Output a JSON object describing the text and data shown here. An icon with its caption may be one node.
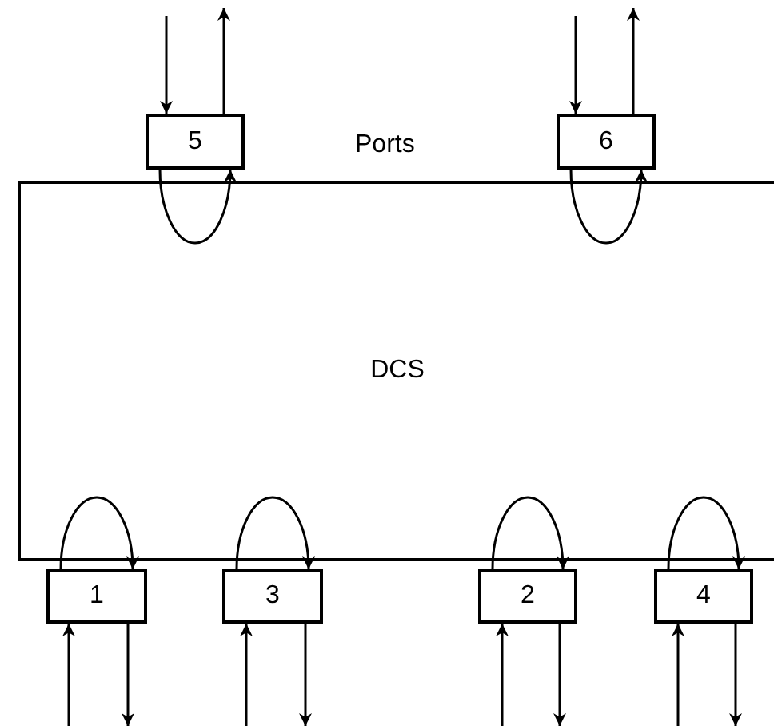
{
  "diagram": {
    "nodes": [
      {
        "text": [
          "5"
        ]
      },
      {
        "text": [
          "6"
        ]
      },
      {
        "text": [
          "DCS"
        ]
      },
      {
        "text": [
          "1"
        ]
      },
      {
        "text": [
          "3"
        ]
      },
      {
        "text": [
          "2"
        ]
      },
      {
        "text": [
          "4"
        ]
      }
    ],
    "edges": [
      {
        "from": null,
        "to": 0,
        "arrow": "to"
      },
      {
        "from": 0,
        "to": null,
        "arrow": "to"
      },
      {
        "from": 0,
        "to": 2,
        "arrow": "none"
      },
      {
        "from": 2,
        "to": 0,
        "arrow": "to"
      },
      {
        "from": null,
        "to": 1,
        "arrow": "to"
      },
      {
        "from": 1,
        "to": null,
        "arrow": "to"
      },
      {
        "from": 1,
        "to": 2,
        "arrow": "none"
      },
      {
        "from": 2,
        "to": 1,
        "arrow": "to"
      },
      {
        "from": 3,
        "to": 2,
        "arrow": "none"
      },
      {
        "from": 2,
        "to": 3,
        "arrow": "to"
      },
      {
        "from": null,
        "to": 3,
        "arrow": "to"
      },
      {
        "from": 3,
        "to": null,
        "arrow": "to"
      },
      {
        "from": 4,
        "to": 2,
        "arrow": "none"
      },
      {
        "from": 2,
        "to": 4,
        "arrow": "to"
      },
      {
        "from": null,
        "to": 4,
        "arrow": "to"
      },
      {
        "from": 4,
        "to": null,
        "arrow": "to"
      },
      {
        "from": 5,
        "to": 2,
        "arrow": "none"
      },
      {
        "from": 2,
        "to": 5,
        "arrow": "to"
      },
      {
        "from": null,
        "to": 5,
        "arrow": "to"
      },
      {
        "from": 5,
        "to": null,
        "arrow": "to"
      },
      {
        "from": 6,
        "to": 2,
        "arrow": "none"
      },
      {
        "from": 2,
        "to": 6,
        "arrow": "to"
      },
      {
        "from": null,
        "to": 6,
        "arrow": "to"
      },
      {
        "from": 6,
        "to": null,
        "arrow": "to"
      }
    ],
    "labels": [
      "Ports"
    ]
  }
}
